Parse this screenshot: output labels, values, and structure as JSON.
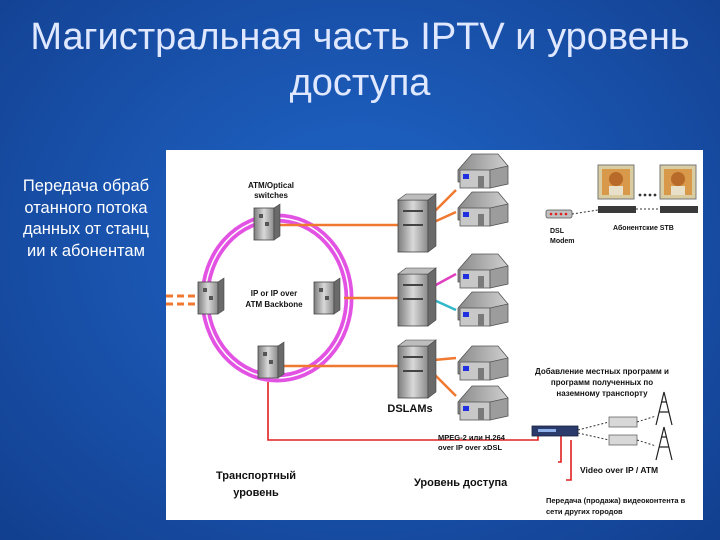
{
  "slide": {
    "title": "Магистральная часть IPTV и уровень доступа",
    "side_text": "Передача обработанного потока данных от станции к абонентам"
  },
  "diagram": {
    "labels": {
      "atm_switches_line1": "ATM/Optical",
      "atm_switches_line2": "switches",
      "backbone_line1": "IP or IP over",
      "backbone_line2": "ATM Backbone",
      "dslams": "DSLAMs",
      "dsl_modem_line1": "DSL",
      "dsl_modem_line2": "Modem",
      "stb": "Абонентские STB",
      "local_programs_line1": "Добавление местных программ и",
      "local_programs_line2": "программ полученных по",
      "local_programs_line3": "наземному транспорту",
      "mpeg_line1": "MPEG-2 или H.264",
      "mpeg_line2": "over IP over xDSL",
      "video_over_ip": "Video over IP / ATM",
      "transport_line1": "Транспортный",
      "transport_line2": "уровень",
      "access_level": "Уровень доступа",
      "resale_line1": "Передача (продажа) видеоконтента в",
      "resale_line2": "сети других городов"
    },
    "colors": {
      "ring": "#e040e0",
      "link_orange": "#f07830",
      "link_magenta": "#e040c0",
      "link_cyan": "#30b8c8",
      "transport_red": "#e02020"
    }
  }
}
